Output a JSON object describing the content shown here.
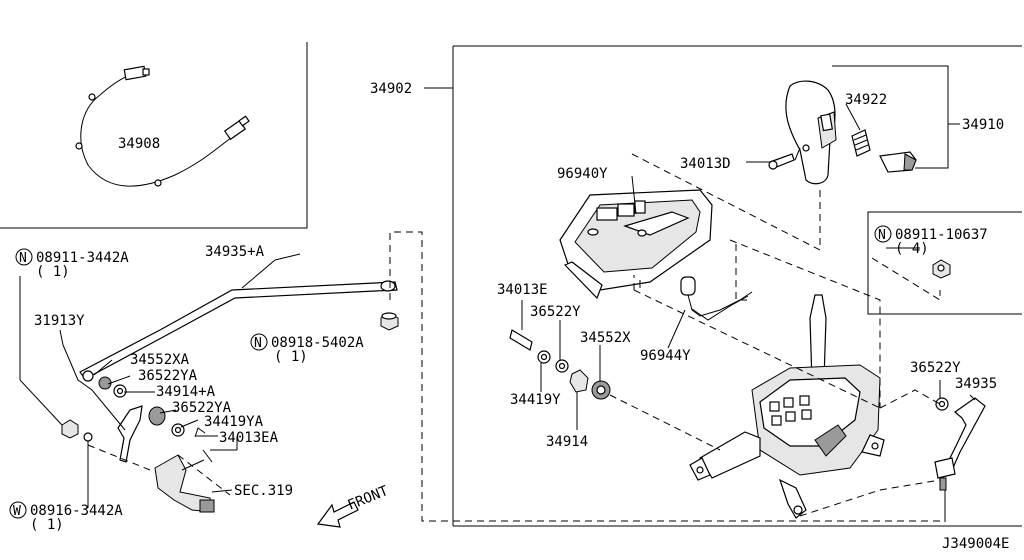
{
  "diagram": {
    "footer_code": "J349004E",
    "front_label": "FRONT",
    "circled": {
      "n": "N",
      "w": "W"
    },
    "parts": {
      "p34908": "34908",
      "p34935a": "34935+A",
      "n08911_3442a": "08911-3442A",
      "qty1": "( 1)",
      "p31913y": "31913Y",
      "p34552xa": "34552XA",
      "p36522ya_1": "36522YA",
      "p34914a": "34914+A",
      "p36522ya_2": "36522YA",
      "p34419ya": "34419YA",
      "p34013ea": "34013EA",
      "n08918_5402a": "08918-5402A",
      "sec319": "SEC.319",
      "w08916_3442a": "08916-3442A",
      "p34902": "34902",
      "p34922": "34922",
      "p34910": "34910",
      "p96940y": "96940Y",
      "p34013d": "34013D",
      "n08911_10637": "08911-10637",
      "qty4": "( 4)",
      "p34013e": "34013E",
      "p36522y_1": "36522Y",
      "p34552x": "34552X",
      "p96944y": "96944Y",
      "p34419y": "34419Y",
      "p34914": "34914",
      "p36522y_2": "36522Y",
      "p34935": "34935"
    }
  }
}
